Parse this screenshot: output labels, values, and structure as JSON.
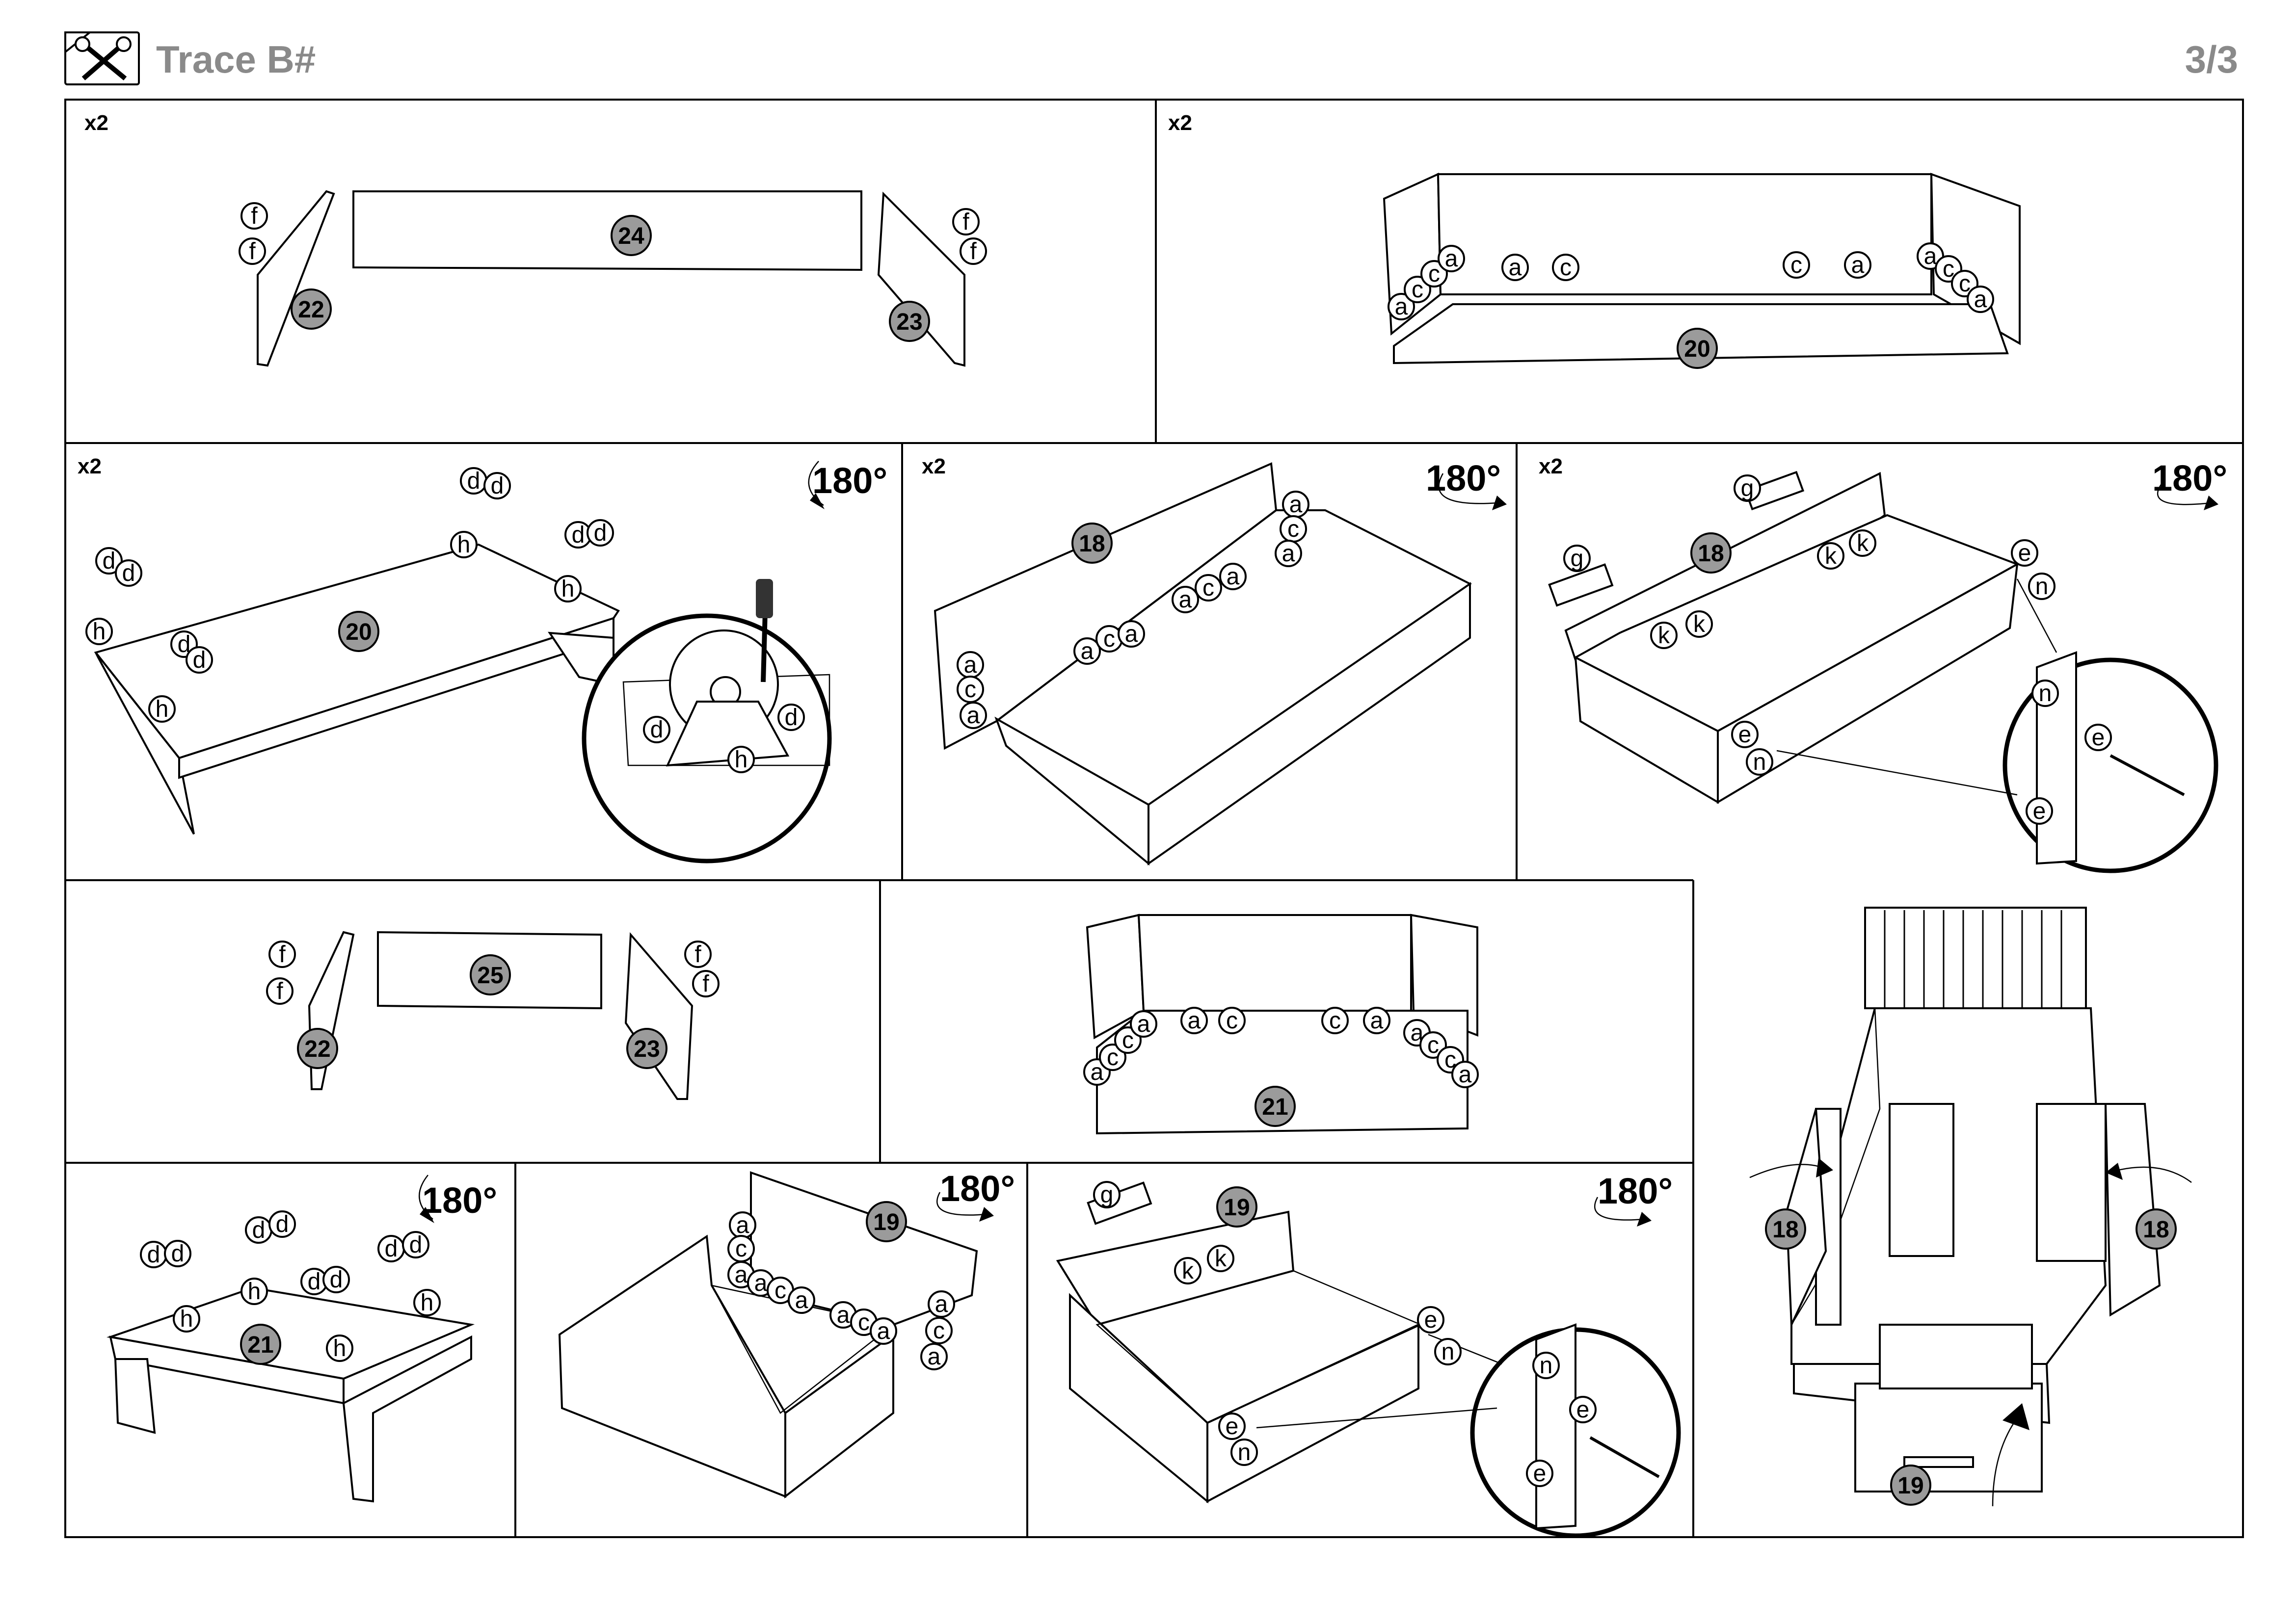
{
  "header": {
    "icon": "tools-icon",
    "title": "Trace B#",
    "page": "3/3"
  },
  "panels": [
    {
      "id": "p1",
      "multiplier": "x2",
      "rotation": "",
      "parts": [
        "22",
        "24",
        "23"
      ],
      "hardware": [
        "f",
        "f",
        "f",
        "f"
      ]
    },
    {
      "id": "p2",
      "multiplier": "x2",
      "rotation": "",
      "parts": [
        "20"
      ],
      "hardware": [
        "a",
        "c",
        "c",
        "a",
        "a",
        "c",
        "c",
        "a",
        "a",
        "c",
        "c",
        "a"
      ]
    },
    {
      "id": "p3",
      "multiplier": "x2",
      "rotation": "180°",
      "parts": [
        "20"
      ],
      "hardware": [
        "d",
        "d",
        "h",
        "d",
        "d",
        "h",
        "d",
        "d",
        "h",
        "d",
        "d",
        "h",
        "d",
        "d",
        "h"
      ]
    },
    {
      "id": "p4",
      "multiplier": "x2",
      "rotation": "180°",
      "parts": [
        "18"
      ],
      "hardware": [
        "a",
        "c",
        "a",
        "a",
        "c",
        "a",
        "a",
        "c",
        "a",
        "a",
        "c",
        "a"
      ]
    },
    {
      "id": "p5",
      "multiplier": "x2",
      "rotation": "180°",
      "parts": [
        "18"
      ],
      "hardware": [
        "g",
        "g",
        "k",
        "k",
        "k",
        "k",
        "e",
        "n",
        "e",
        "n",
        "n",
        "e",
        "e"
      ]
    },
    {
      "id": "p6",
      "multiplier": "",
      "rotation": "",
      "parts": [
        "22",
        "25",
        "23"
      ],
      "hardware": [
        "f",
        "f",
        "f",
        "f"
      ]
    },
    {
      "id": "p7",
      "multiplier": "",
      "rotation": "",
      "parts": [
        "21"
      ],
      "hardware": [
        "a",
        "c",
        "c",
        "a",
        "a",
        "c",
        "c",
        "a",
        "a",
        "c",
        "c",
        "a"
      ]
    },
    {
      "id": "p8",
      "multiplier": "",
      "rotation": "",
      "parts": [
        "18",
        "18",
        "19"
      ],
      "hardware": []
    },
    {
      "id": "p9",
      "multiplier": "",
      "rotation": "180°",
      "parts": [
        "21"
      ],
      "hardware": [
        "d",
        "d",
        "h",
        "d",
        "d",
        "h",
        "d",
        "d",
        "h",
        "d",
        "d",
        "h"
      ]
    },
    {
      "id": "p10",
      "multiplier": "",
      "rotation": "180°",
      "parts": [
        "19"
      ],
      "hardware": [
        "a",
        "c",
        "a",
        "a",
        "c",
        "a",
        "a",
        "c",
        "a",
        "a",
        "c",
        "a"
      ]
    },
    {
      "id": "p11",
      "multiplier": "",
      "rotation": "180°",
      "parts": [
        "19"
      ],
      "hardware": [
        "g",
        "k",
        "k",
        "e",
        "n",
        "e",
        "n",
        "n",
        "e",
        "e"
      ]
    }
  ]
}
